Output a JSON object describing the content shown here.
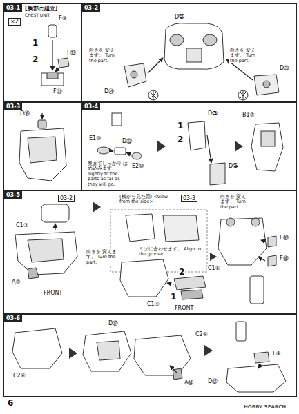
{
  "diagram": {
    "nodes": [
      {
        "text": [
          "03-1",
          "[胸部の組立]",
          "CHEST UNIT"
        ]
      },
      {
        "text": [
          "03-2"
        ]
      },
      {
        "text": [
          "03-3"
        ]
      },
      {
        "text": [
          "03-4"
        ]
      },
      {
        "text": [
          "03-5"
        ]
      },
      {
        "text": [
          "03-6"
        ]
      }
    ],
    "labels": [
      "×2",
      "F⑨",
      "1",
      "F⑬",
      "2",
      "F⑪",
      "D㉑",
      "向きを 変えます。 Turn the part.",
      "D⑭",
      "D⑳",
      "向きを 変えます。 Turn the part.",
      "D⑯",
      "E1⑩",
      "D⑬",
      "E2⑩",
      "奥までしっかり はめ込みます。 Tightly fit the parts as far as they will go.",
      "1",
      "2",
      "D㉖",
      "D㉕",
      "B1⑦",
      "03-2",
      "C1③",
      "A⑦",
      "FRONT",
      "(横から見た図) <View from the side>",
      "03-3",
      "ミゾに合わせます。 Align to the groove.",
      "向きを 変えます。 Turn the part.",
      "F⑯",
      "F⑱",
      "向きを 変えます。 Turn the part.",
      "2",
      "C1⑤",
      "1",
      "C1④",
      "FRONT",
      "C2⑥",
      "D⑰",
      "C2⑨",
      "A⑭",
      "F⑧",
      "D⑫",
      "6",
      "HOBBY SEARCH"
    ]
  }
}
